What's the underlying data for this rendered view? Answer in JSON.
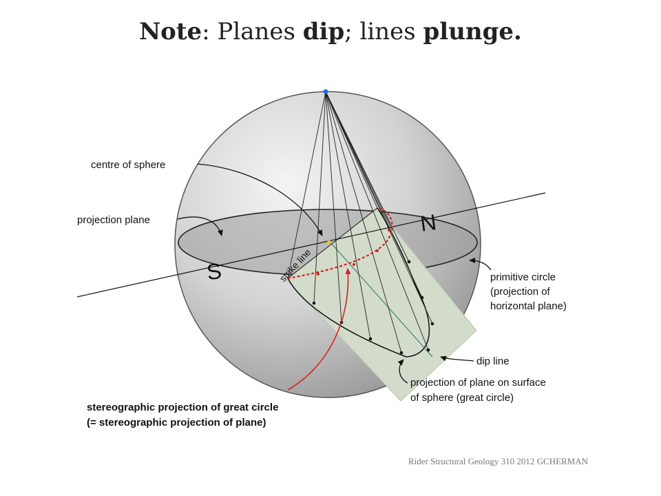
{
  "title": {
    "note": "Note",
    "colon_text": ": Planes ",
    "dip": "dip",
    "semi_text": "; lines ",
    "plunge": "plunge."
  },
  "labels": {
    "centre_of_sphere": "centre of sphere",
    "projection_plane": "projection plane",
    "north": "N",
    "south": "S",
    "strike_line": "strike line",
    "primitive_circle_1": "primitive circle",
    "primitive_circle_2": "(projection of",
    "primitive_circle_3": "horizontal plane)",
    "dip_line": "dip line",
    "great_circle_1": "projection of plane on surface",
    "great_circle_2": "of sphere (great circle)",
    "stereo_1": "stereographic projection of great circle",
    "stereo_2": "(= stereographic projection of plane)"
  },
  "footer": "Rider Structural Geology 310 2012 GCHERMAN",
  "colors": {
    "sphere_light": "#f4f4f4",
    "sphere_dark": "#9a9a9a",
    "plane_fill": "#d3dccb",
    "red_arrow": "#d42020",
    "top_point": "#1f6fd6",
    "centre_point": "#f0c419"
  }
}
